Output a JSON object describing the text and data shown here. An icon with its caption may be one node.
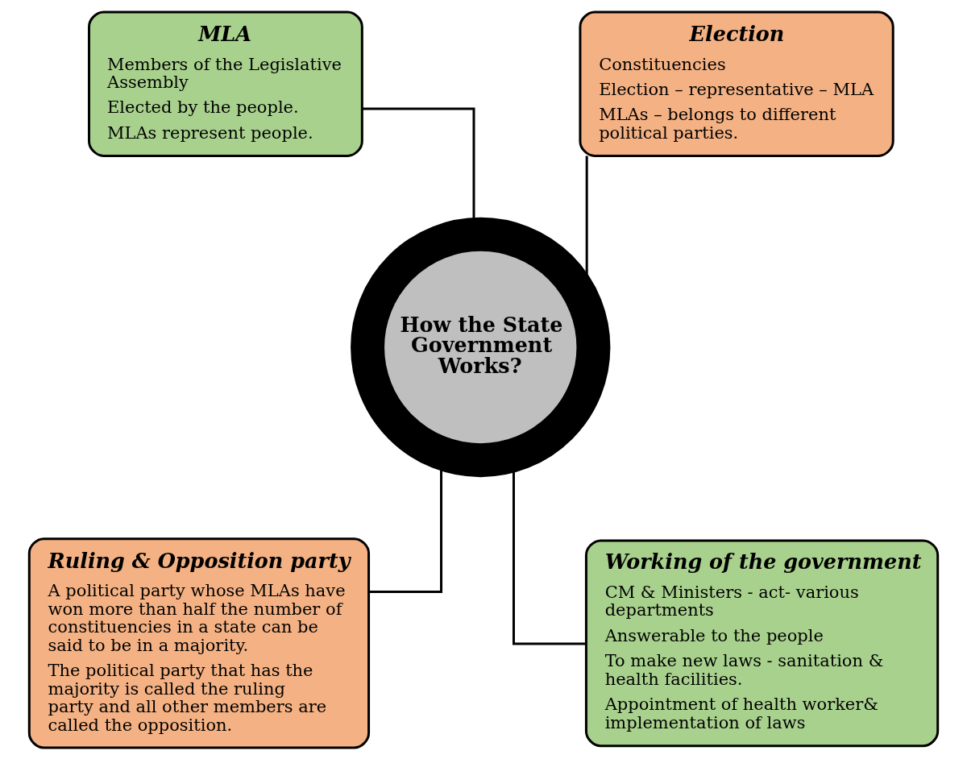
{
  "diagram": {
    "nodes": [
      {
        "text": [
          "MLA",
          "Members of the Legislative Assembly",
          "Elected by the people.",
          "MLAs represent people."
        ]
      },
      {
        "text": [
          "Election",
          "Constituencies",
          "Election – representative – MLA",
          "MLAs – belongs to different political parties."
        ]
      },
      {
        "text": [
          "How the State Government Works?"
        ]
      },
      {
        "text": [
          "Ruling & Opposition party",
          "A political party whose MLAs have won more than half the number of constituencies in a state can be said to be in a majority.",
          "The political party that has the majority is called the ruling party and all other members are called the opposition."
        ]
      },
      {
        "text": [
          "Working of the government",
          "CM & Ministers - act- various departments",
          "Answerable to the people",
          "To make new laws - sanitation & health facilities.",
          "Appointment of health worker& implementation of laws"
        ]
      }
    ],
    "edges": [
      {
        "from": 0,
        "to": 2,
        "arrow": "none"
      },
      {
        "from": 1,
        "to": 2,
        "arrow": "none"
      },
      {
        "from": 2,
        "to": 3,
        "arrow": "none"
      },
      {
        "from": 2,
        "to": 4,
        "arrow": "none"
      }
    ]
  }
}
